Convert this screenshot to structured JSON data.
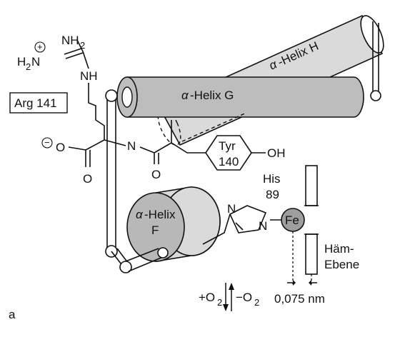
{
  "helix_labels": {
    "h_alpha": "α",
    "h_text": "-Helix H",
    "g_alpha": "α",
    "g_text": "-Helix G",
    "f_alpha": "α",
    "f_text": "-Helix",
    "f_letter": "F"
  },
  "residues": {
    "arg": "Arg 141",
    "tyr_line1": "Tyr",
    "tyr_line2": "140",
    "his_line1": "His",
    "his_line2": "89"
  },
  "atoms": {
    "nh2_top": "NH",
    "nh2_top_sub": "2",
    "h2n": "H",
    "h2n_sub": "2",
    "h2n_n": "N",
    "plus": "+",
    "nh": "NH",
    "n_peptide": "N",
    "o_carboxyl": "O",
    "minus": "−",
    "o_carbonyl": "O",
    "o_amide": "O",
    "oh": "OH",
    "n_imid_top": "N",
    "n_imid_bottom": "N",
    "fe": "Fe"
  },
  "labels": {
    "haem_line1": "Häm-",
    "haem_line2": "Ebene",
    "distance": "0,075 nm",
    "plus_o2": "+O",
    "plus_o2_sub": "2",
    "minus_o2": "−O",
    "minus_o2_sub": "2",
    "panel": "a"
  },
  "colors": {
    "helix_fill": "#bdbdbd",
    "helix_fill_light": "#dadada",
    "helix_end": "#9a9a9a",
    "fe_fill": "#9e9e9e",
    "line": "#111111"
  }
}
